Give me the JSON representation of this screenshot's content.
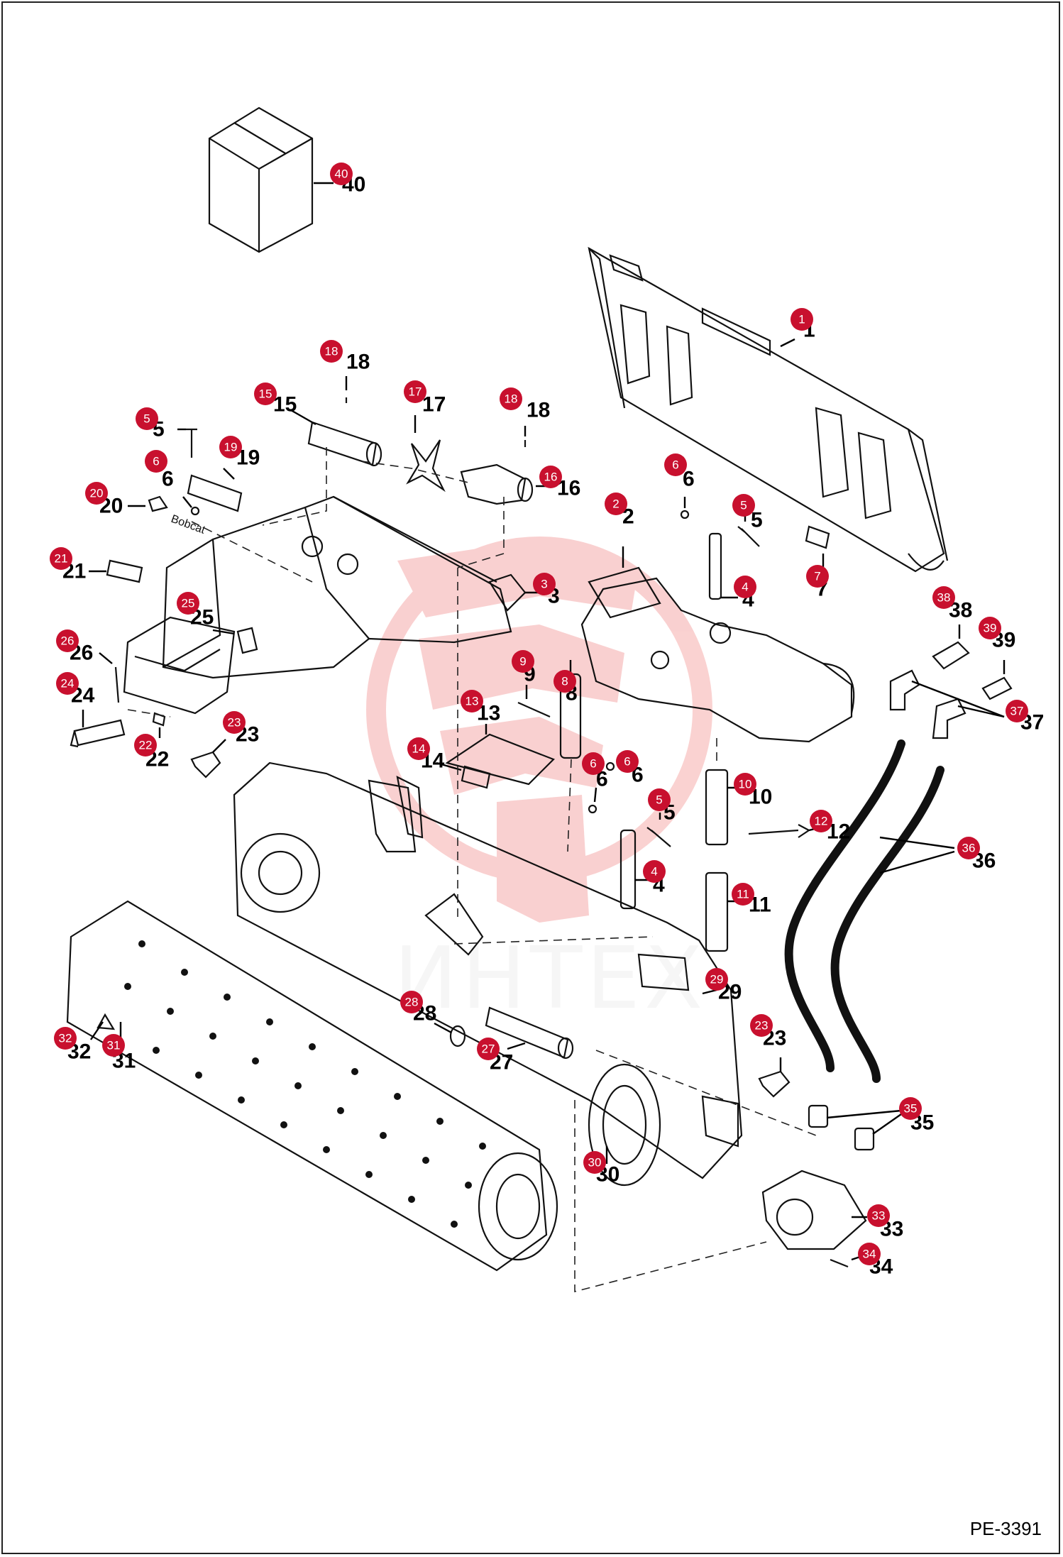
{
  "drawing_code": "PE-3391",
  "watermark": {
    "text": "ИНТЕХ",
    "color": "#e8302f"
  },
  "accent_color": "#c8102e",
  "callouts": [
    {
      "id": "1",
      "label": "1"
    },
    {
      "id": "2",
      "label": "2"
    },
    {
      "id": "3",
      "label": "3"
    },
    {
      "id": "4a",
      "label": "4"
    },
    {
      "id": "4b",
      "label": "4"
    },
    {
      "id": "5a",
      "label": "5"
    },
    {
      "id": "5b",
      "label": "5"
    },
    {
      "id": "5c",
      "label": "5"
    },
    {
      "id": "6a",
      "label": "6"
    },
    {
      "id": "6b",
      "label": "6"
    },
    {
      "id": "6c",
      "label": "6"
    },
    {
      "id": "6d",
      "label": "6"
    },
    {
      "id": "7",
      "label": "7"
    },
    {
      "id": "8",
      "label": "8"
    },
    {
      "id": "9",
      "label": "9"
    },
    {
      "id": "10",
      "label": "10"
    },
    {
      "id": "11",
      "label": "11"
    },
    {
      "id": "12",
      "label": "12"
    },
    {
      "id": "13",
      "label": "13"
    },
    {
      "id": "14",
      "label": "14"
    },
    {
      "id": "15",
      "label": "15"
    },
    {
      "id": "16",
      "label": "16"
    },
    {
      "id": "17",
      "label": "17"
    },
    {
      "id": "18a",
      "label": "18"
    },
    {
      "id": "18b",
      "label": "18"
    },
    {
      "id": "19",
      "label": "19"
    },
    {
      "id": "20",
      "label": "20"
    },
    {
      "id": "21",
      "label": "21"
    },
    {
      "id": "22",
      "label": "22"
    },
    {
      "id": "23a",
      "label": "23"
    },
    {
      "id": "23b",
      "label": "23"
    },
    {
      "id": "24",
      "label": "24"
    },
    {
      "id": "25",
      "label": "25"
    },
    {
      "id": "26",
      "label": "26"
    },
    {
      "id": "27",
      "label": "27"
    },
    {
      "id": "28",
      "label": "28"
    },
    {
      "id": "29",
      "label": "29"
    },
    {
      "id": "30",
      "label": "30"
    },
    {
      "id": "31",
      "label": "31"
    },
    {
      "id": "32",
      "label": "32"
    },
    {
      "id": "33",
      "label": "33"
    },
    {
      "id": "34",
      "label": "34"
    },
    {
      "id": "35",
      "label": "35"
    },
    {
      "id": "36",
      "label": "36"
    },
    {
      "id": "37",
      "label": "37"
    },
    {
      "id": "38",
      "label": "38"
    },
    {
      "id": "39",
      "label": "39"
    },
    {
      "id": "40",
      "label": "40"
    }
  ]
}
